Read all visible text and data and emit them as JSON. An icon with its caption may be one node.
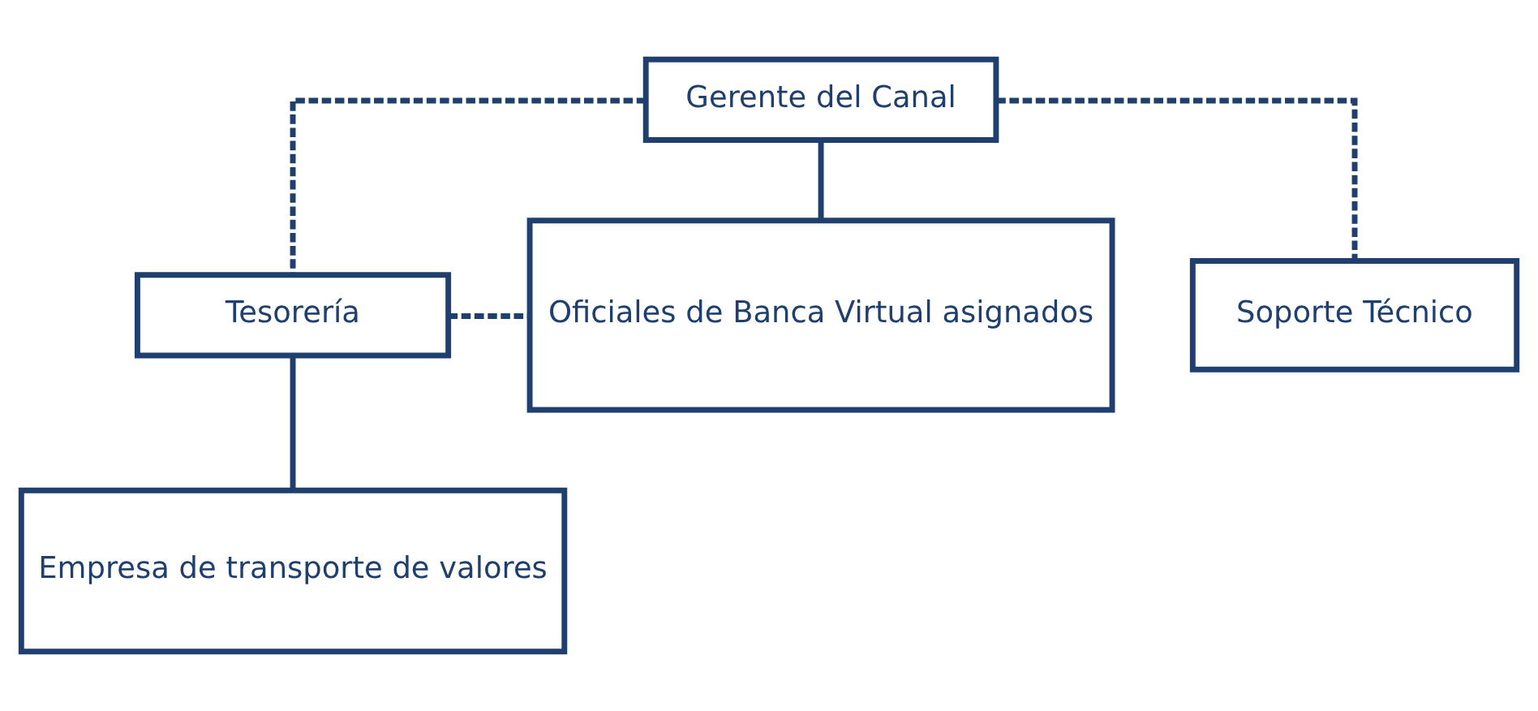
{
  "diagram": {
    "nodes": [
      {
        "text": [
          "Gerente del Canal"
        ]
      },
      {
        "text": [
          "Tesorería"
        ]
      },
      {
        "text": [
          "Oficiales de Banca Virtual asignados"
        ]
      },
      {
        "text": [
          "Soporte Técnico"
        ]
      },
      {
        "text": [
          "Empresa de transporte de valores"
        ]
      }
    ],
    "edges": [
      {
        "from": 0,
        "to": 1,
        "arrow": "none",
        "style": "dashed"
      },
      {
        "from": 0,
        "to": 2,
        "arrow": "none"
      },
      {
        "from": 0,
        "to": 3,
        "arrow": "none",
        "style": "dashed"
      },
      {
        "from": 1,
        "to": 2,
        "arrow": "none",
        "style": "dashed"
      },
      {
        "from": 1,
        "to": 4,
        "arrow": "none"
      }
    ]
  }
}
